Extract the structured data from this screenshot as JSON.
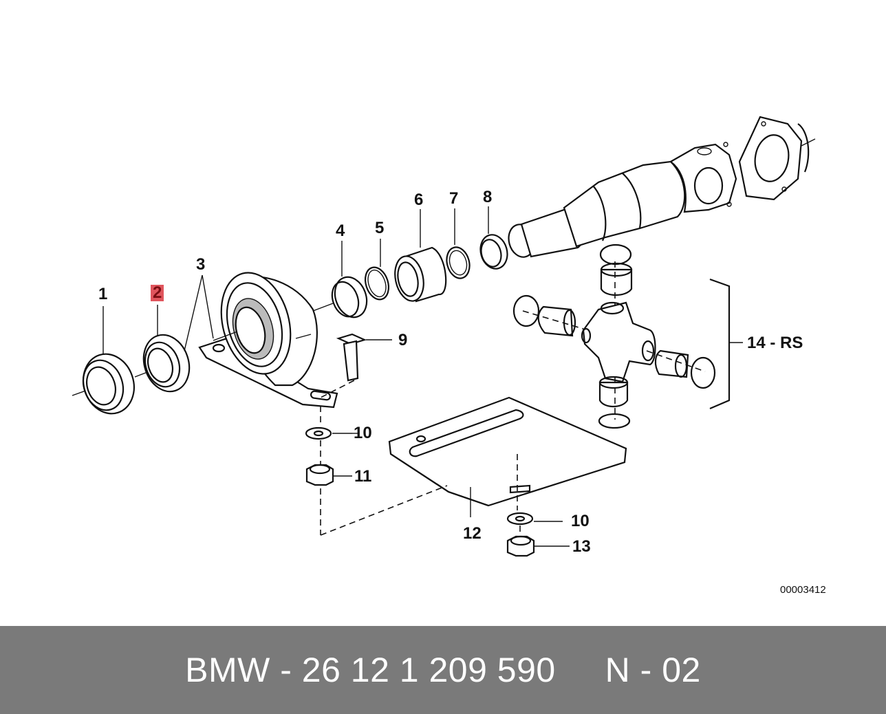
{
  "labels": {
    "l1": "1",
    "l2": "2",
    "l3": "3",
    "l4": "4",
    "l5": "5",
    "l6": "6",
    "l7": "7",
    "l8": "8",
    "l9": "9",
    "l10a": "10",
    "l10b": "10",
    "l11": "11",
    "l12": "12",
    "l13": "13",
    "l14": "14 - RS"
  },
  "highlighted_label": "2",
  "highlight_color": "#e0555d",
  "image_id": "00003412",
  "footer": {
    "text": "BMW - 26 12 1 209 590     N - 02",
    "background": "#7a7a7a"
  }
}
